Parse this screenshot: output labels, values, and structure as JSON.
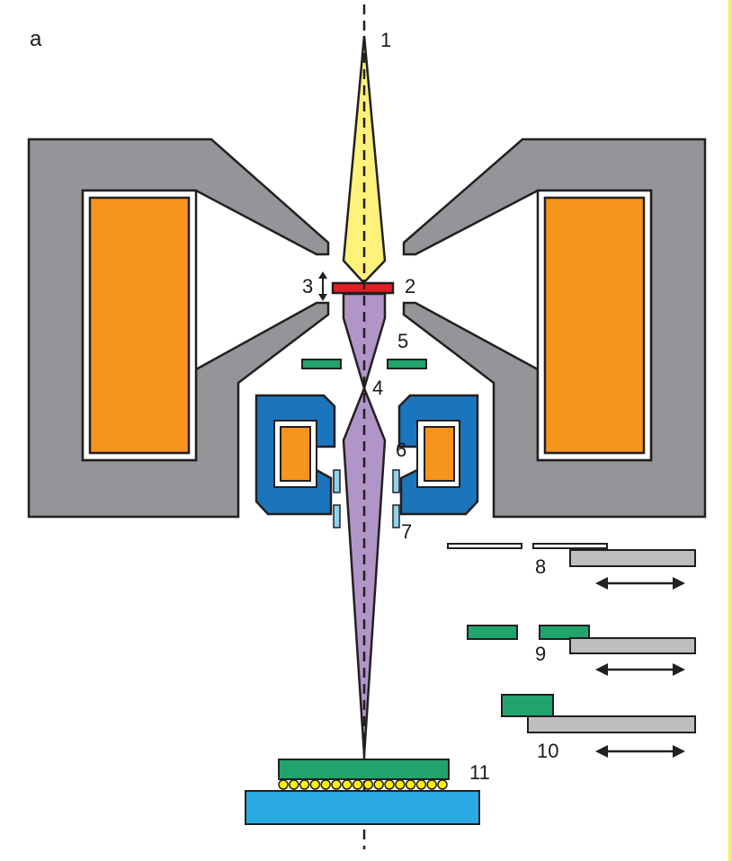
{
  "figure": {
    "panel_label": "a",
    "labels": [
      "1",
      "2",
      "3",
      "4",
      "5",
      "6",
      "7",
      "8",
      "9",
      "10",
      "11"
    ]
  },
  "colors": {
    "pole_piece": "#939598",
    "coil": "#f7941d",
    "beam_incident": "#fff27a",
    "beam_transmitted": "#b195c9",
    "specimen": "#e31e24",
    "aperture": "#21a46b",
    "objective_lens": "#1b75bc",
    "stigmator": "#8fd3f0",
    "stage_slide": "#bcbec0",
    "detector_base": "#29aae2",
    "bump": "#fff200",
    "outline": "#231f20",
    "side_border": "#f2f25a"
  }
}
